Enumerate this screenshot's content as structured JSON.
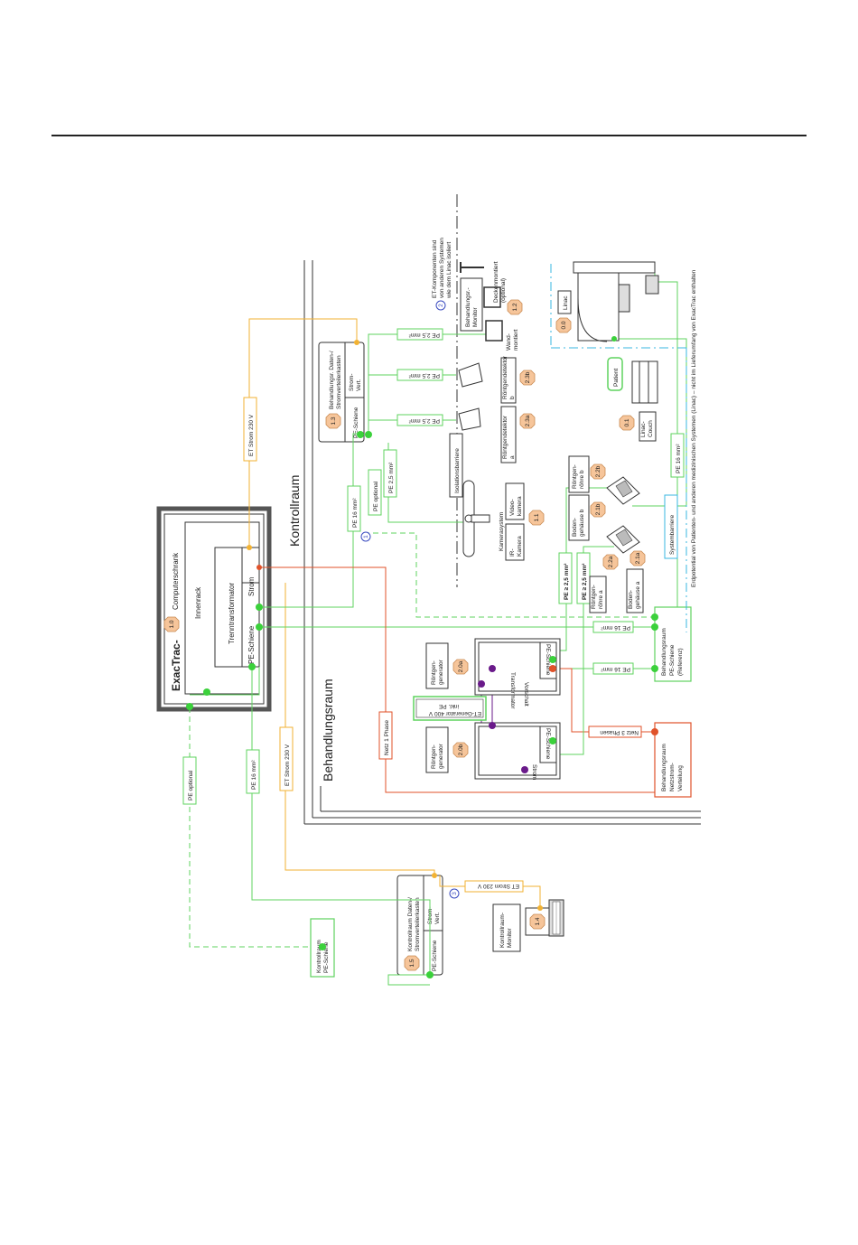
{
  "rooms": {
    "control": "Kontrollraum",
    "treatment": "Behandlungsraum"
  },
  "cabinet": {
    "title_bold": "ExacTrac-",
    "title_rest": "Computerschrank",
    "badge": "1.0",
    "inner_rack": "Innenrack",
    "transformer": "Trenntransformator",
    "pe_rail": "PE-Schiene",
    "strom": "Strom"
  },
  "treat_distrib": {
    "badge": "1.3",
    "title_line1": "Behandlungsr. Daten-/",
    "title_line2": "Stromverteilerkasten",
    "pe_rail": "PE-Schiene",
    "strom_vert_line1": "Strom-",
    "strom_vert_line2": "Vert."
  },
  "control_distrib": {
    "badge": "1.5",
    "title_line1": "Kontrollraum Daten-/",
    "title_line2": "Stromverteilerkasten",
    "pe_rail": "PE-Schiene",
    "strom_vert_line1": "Strom-",
    "strom_vert_line2": "Vert."
  },
  "control_pe": {
    "line1": "Kontrollraum",
    "line2": "PE-Schiene"
  },
  "control_monitor": {
    "line1": "Kontrollraum-",
    "line2": "Monitor",
    "badge": "1.4"
  },
  "treat_pe_ref": {
    "line1": "Behandlungsraum",
    "line2": "PE-Schiene",
    "line3": "(Referenz)"
  },
  "mains": {
    "line1": "Behandlungsraum",
    "line2": "Netzstrom-",
    "line3": "Verteilung"
  },
  "generator_box": {
    "line1": "ET-Generator 400 V",
    "line2": "inkl. PE"
  },
  "gen_a": {
    "line1": "Röntgen-",
    "line2": "generator",
    "badge": "2.0a"
  },
  "gen_b": {
    "line1": "Röntgen-",
    "line2": "generator",
    "badge": "2.0b"
  },
  "generator_unit": {
    "transformer": "Transformator",
    "preswitch": "Vorschalt",
    "strom": "Strom",
    "pe_rail_a": "PE-Schiene",
    "pe_rail_b": "PE-Schiene"
  },
  "camera": {
    "line1": "Kamerasystem",
    "ir_line1": "IR-",
    "ir_line2": "Kamera",
    "video_line1": "Video-",
    "video_line2": "kamera",
    "badge": "1.1"
  },
  "iso_barrier": "Isolationsbarriere",
  "sys_barrier": "Systembarriere",
  "detector_a": {
    "line1": "Röntgendetektor",
    "line2": "a",
    "badge": "2.3a"
  },
  "detector_b": {
    "line1": "Röntgendetektor",
    "line2": "b",
    "badge": "2.3b"
  },
  "monitor_treat": {
    "line1": "Behandlungsr.-",
    "line2": "Monitor"
  },
  "ceiling_mount": {
    "line1": "Deckenmontiert",
    "line2": "(optional)"
  },
  "wall_mount": {
    "line1": "Wand-",
    "line2": "montiert",
    "badge": "1.2"
  },
  "tube_a": {
    "line1": "Röntgen-",
    "line2": "röhre a",
    "badge": "2.2a"
  },
  "tube_b": {
    "line1": "Röntgen-",
    "line2": "röhre b",
    "badge": "2.2b"
  },
  "housing_a": {
    "line1": "Boden-",
    "line2": "gehäuse a",
    "badge": "2.1a"
  },
  "housing_b": {
    "line1": "Boden-",
    "line2": "gehäuse b",
    "badge": "2.1b"
  },
  "linac": {
    "label": "Linac",
    "badge": "0.0"
  },
  "couch": {
    "line1": "Linac-",
    "line2": "Couch",
    "badge": "0.1"
  },
  "patient": "Patient",
  "note_et": {
    "line1": "ET-Komponenten sind",
    "line2": "von anderen Systemen",
    "line3": "wie dem Linac isoliert",
    "num": "2"
  },
  "footnote": "Erdpotential von Patienten- und anderen medizinischen Systemen (Linac) – nicht im Lieferumfang von ExacTrac enthalten",
  "cables": {
    "et_strom_230": "ET Strom 230 V",
    "pe_16": "PE 16 mm²",
    "pe_optional": "PE optional",
    "netz_1": "Netz 1 Phase",
    "netz_3": "Netz 3 Phasen",
    "pe_2_5": "PE 2,5 mm²",
    "pe_ge_2_5": "PE ≥ 2,5 mm²",
    "pe_ge_2_5_bold": "PE ≥ 2,5 mm²"
  },
  "callouts": {
    "one": "1",
    "three": "3"
  },
  "colors": {
    "green": "#5fd35f",
    "green_dot": "#3bd13b",
    "orange": "#f2b233",
    "red": "#e0522a",
    "blue": "#3b4cc0",
    "cyan": "#39b7e0",
    "purple": "#6a1a8a",
    "badge_fill": "#f6c59a",
    "badge_stroke": "#c98a52",
    "gray_border": "#555555"
  }
}
